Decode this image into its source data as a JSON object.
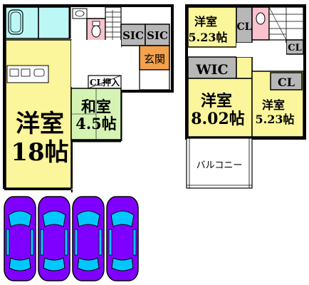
{
  "floor1": {
    "ldk": {
      "name": "洋室",
      "size": "18帖"
    },
    "washitsu": {
      "name": "和室",
      "size": "4.5帖"
    },
    "oshiire": "CL押入",
    "sic1": "SIC",
    "sic2": "SIC",
    "genkan": "玄関"
  },
  "floor2": {
    "room_a": {
      "name": "洋室",
      "size": "5.23帖"
    },
    "room_a_cl": "CL",
    "wic": "WIC",
    "room_b": {
      "name": "洋室",
      "size": "8.02帖"
    },
    "room_c": {
      "name": "洋室",
      "size": "5.23帖"
    },
    "room_c_cl": "CL",
    "hall_cl": "CL",
    "balcony": "バルコニー"
  },
  "colors": {
    "yellow": "#fbf59b",
    "green": "#d5f4b4",
    "cyan": "#bcf7f6",
    "pink": "#f8c3cc",
    "gray": "#b7b7b7",
    "orange": "#f2a14d",
    "car_purple": "#8000ff",
    "car_window": "#00c8ff"
  },
  "parking": {
    "car_count": 4
  }
}
